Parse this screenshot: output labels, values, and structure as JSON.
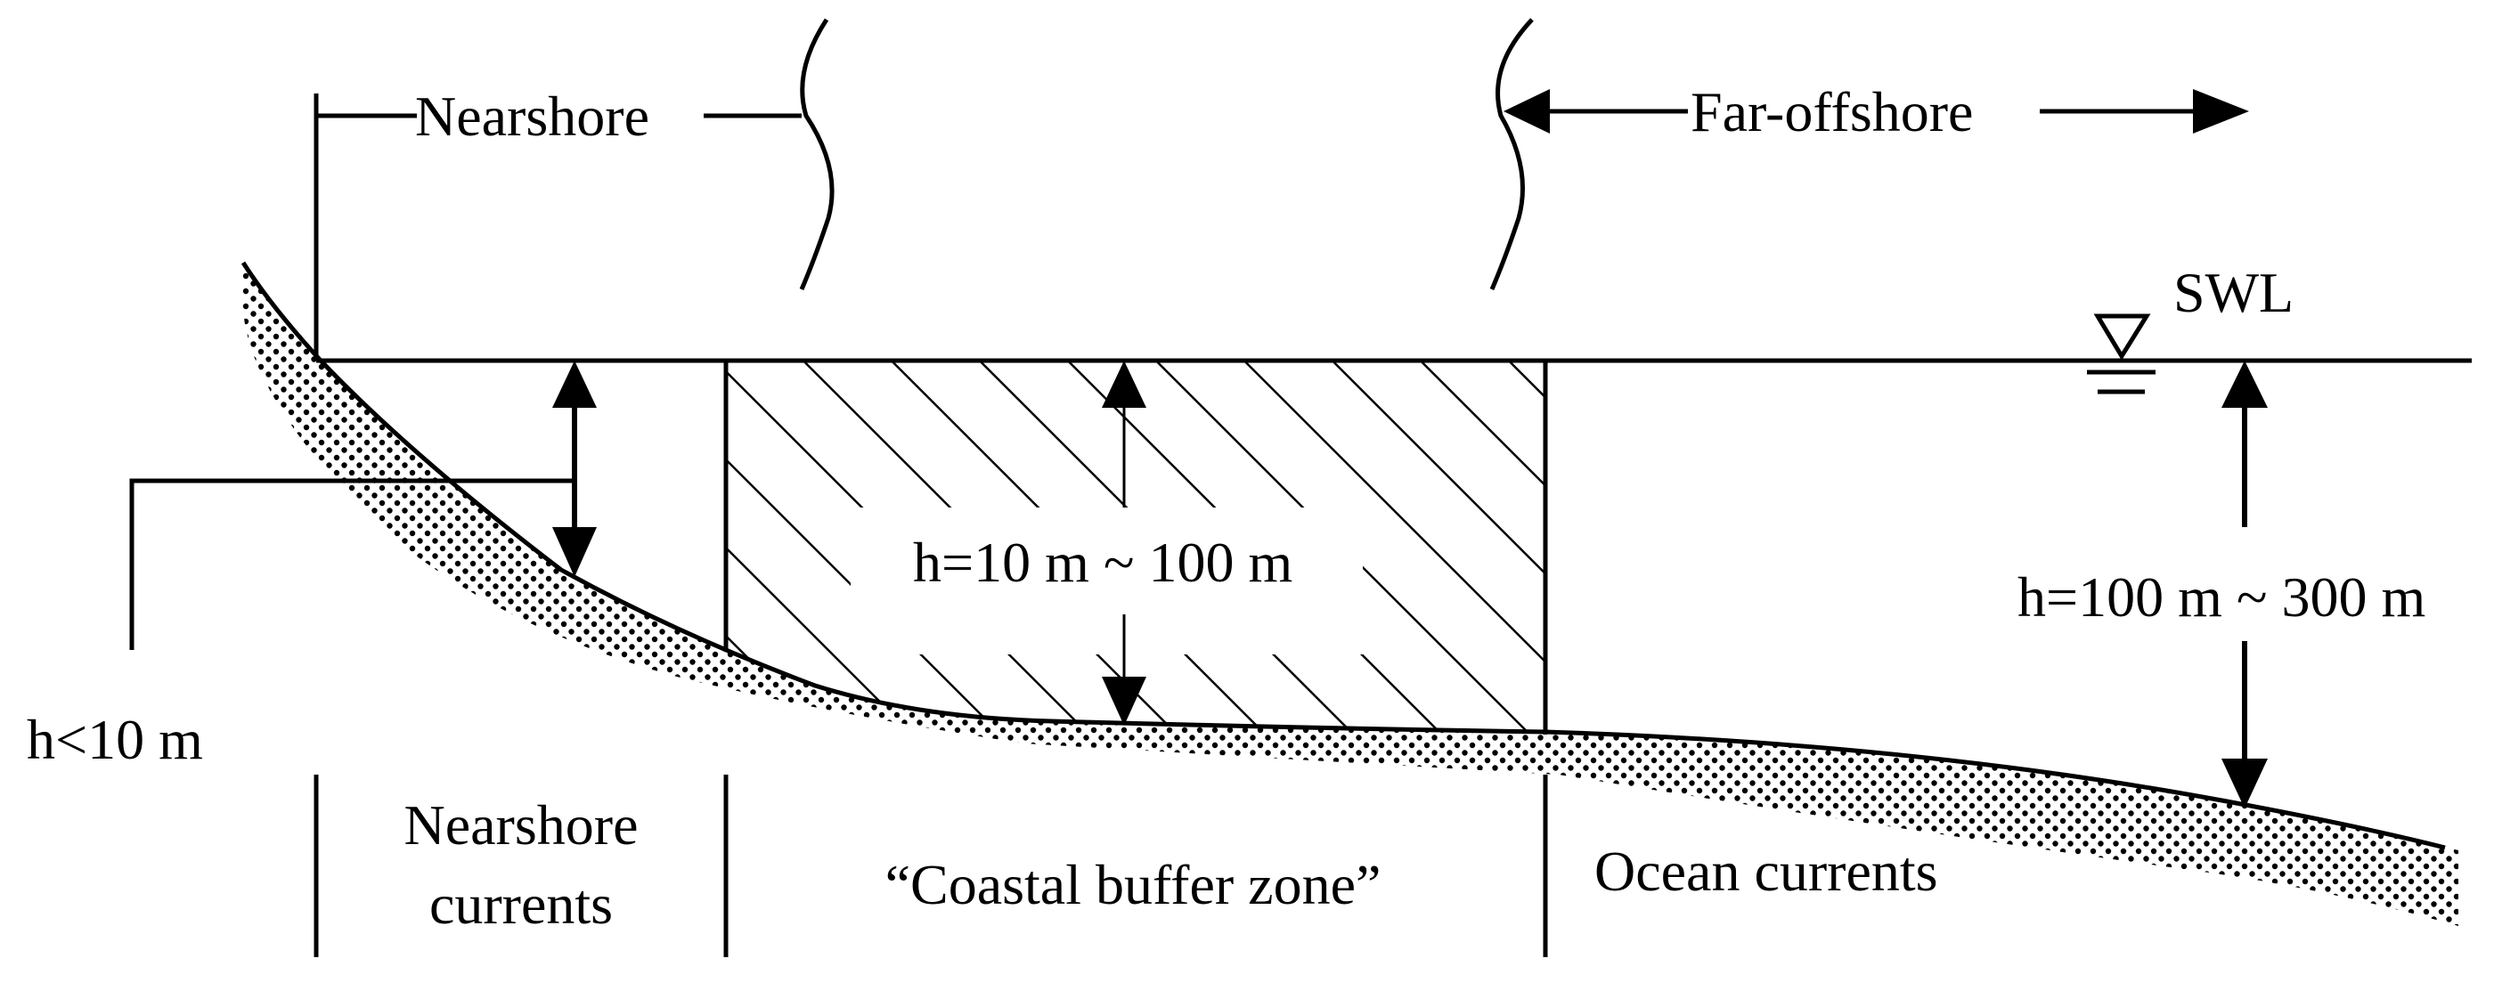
{
  "diagram": {
    "labels": {
      "nearshore_top": "Nearshore",
      "far_offshore": "Far-offshore",
      "swl": "SWL",
      "depth_shallow": "h<10 m",
      "depth_mid": "h=10 m ~ 100 m",
      "depth_deep": "h=100 m ~ 300 m",
      "zone_nearshore_line1": "Nearshore",
      "zone_nearshore_line2": "currents",
      "zone_buffer": "“Coastal buffer zone”",
      "zone_ocean": "Ocean currents"
    },
    "colors": {
      "ink": "#000000",
      "background": "#ffffff"
    }
  }
}
